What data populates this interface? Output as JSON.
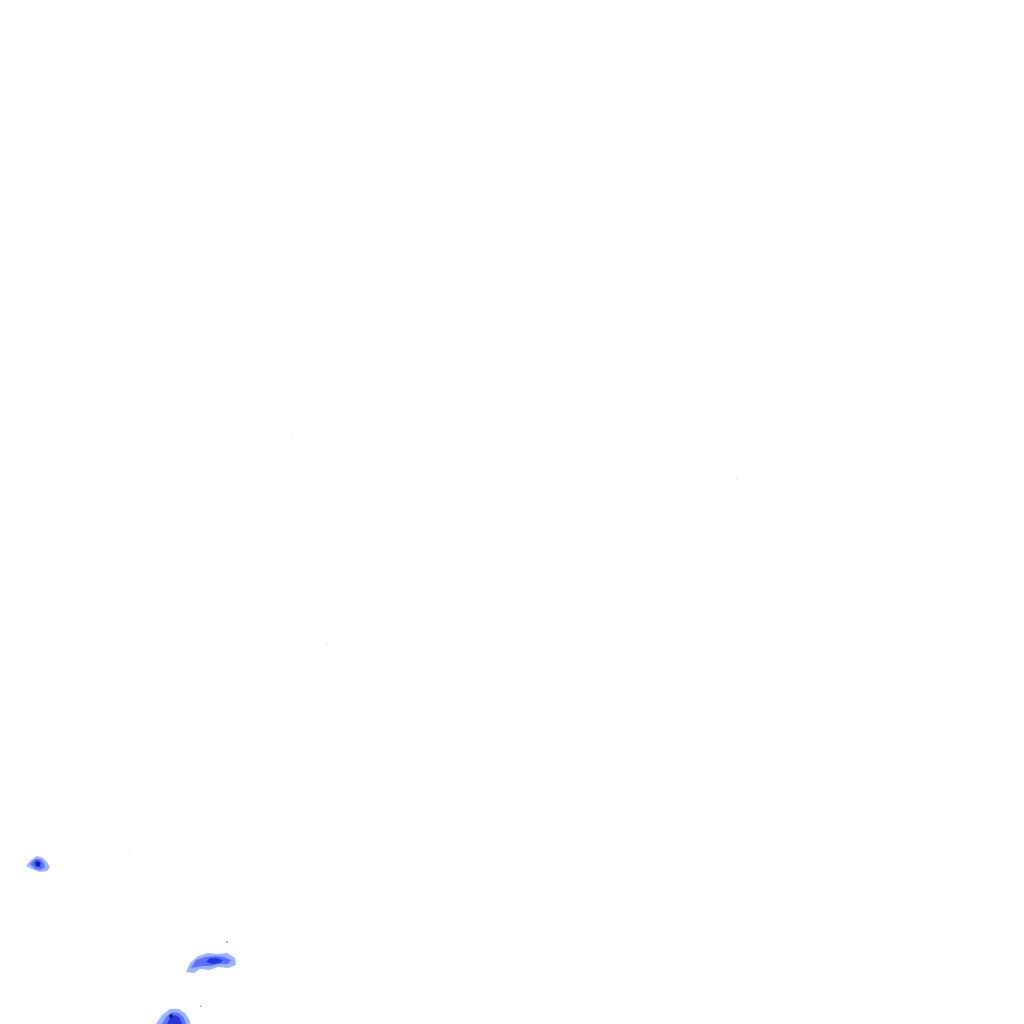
{
  "map": {
    "layer": "radar-reflectivity-overlay",
    "colors": {
      "background": "#ffffff",
      "light_echo": "#9bb4ff",
      "medium_echo": "#5b73ff",
      "strong_echo": "#2a35d8",
      "core_echo": "#1b1f8f"
    },
    "echo_cells": [
      {
        "name": "echo-cell-west",
        "intensity_levels": [
          "light",
          "medium",
          "strong",
          "core"
        ]
      },
      {
        "name": "echo-cell-south-center",
        "intensity_levels": [
          "light",
          "medium",
          "strong"
        ]
      },
      {
        "name": "echo-cell-south-edge",
        "intensity_levels": [
          "light",
          "medium",
          "strong",
          "core"
        ]
      }
    ]
  }
}
